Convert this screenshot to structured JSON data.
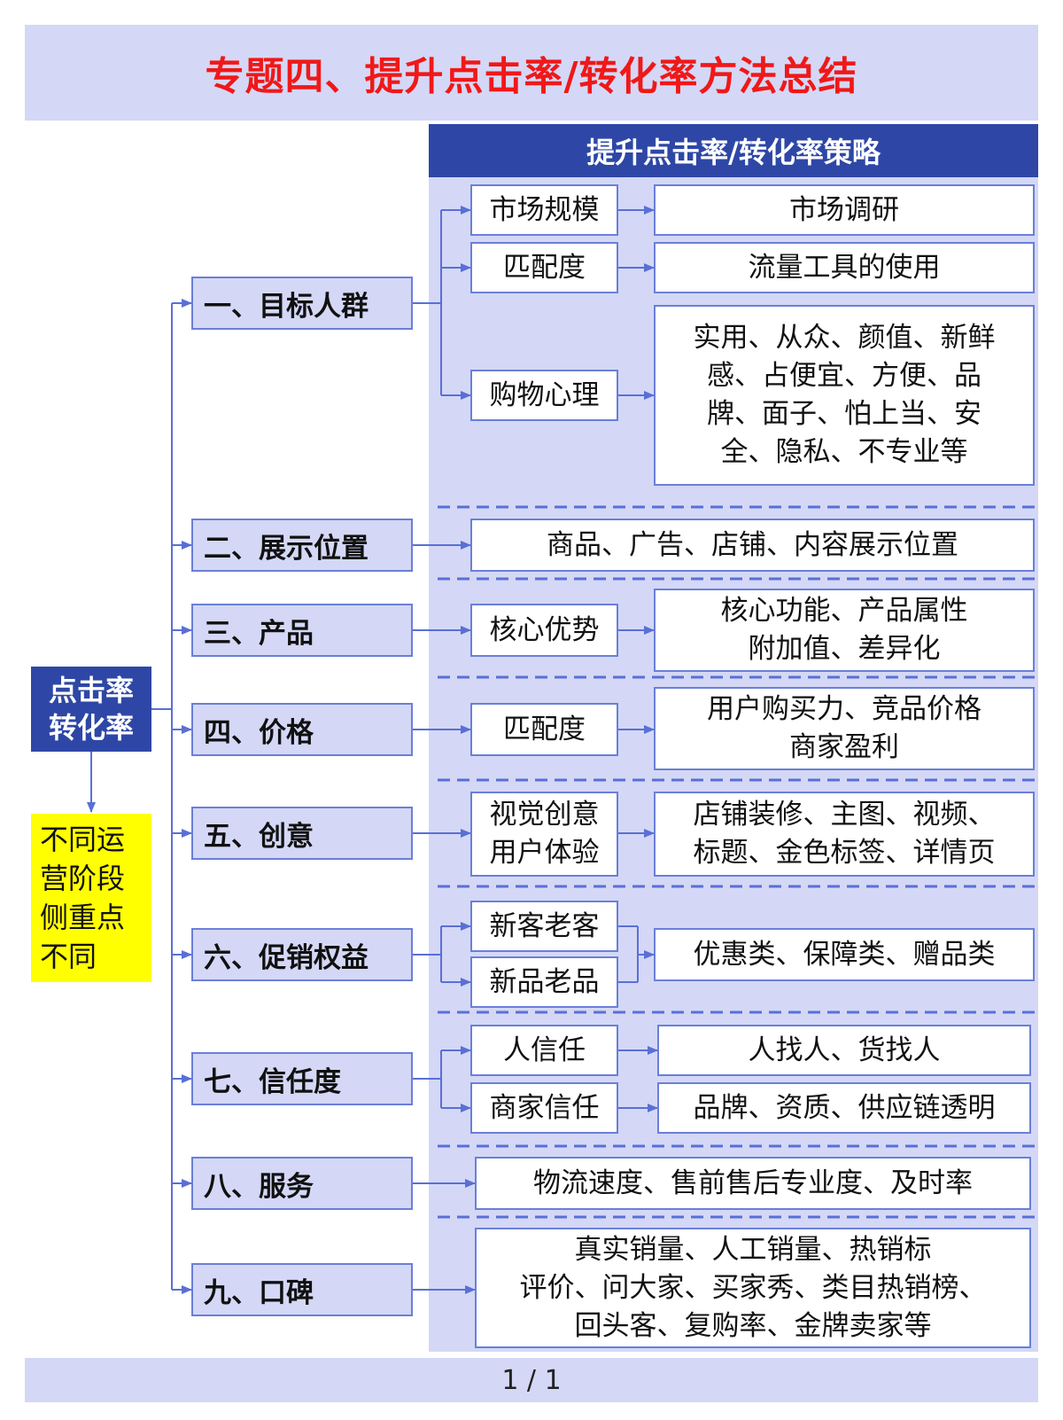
{
  "title": "专题四、提升点击率/转化率方法总结",
  "strategy_header": "提升点击率/转化率策略",
  "root": "点击率\n转化率",
  "note": "不同运\n营阶段\n侧重点\n不同",
  "categories": [
    "一、目标人群",
    "二、展示位置",
    "三、产品",
    "四、价格",
    "五、创意",
    "六、促销权益",
    "七、信任度",
    "八、服务",
    "九、口碑"
  ],
  "mids": {
    "c1_a": "市场规模",
    "c1_b": "匹配度",
    "c1_c": "购物心理",
    "c3": "核心优势",
    "c4": "匹配度",
    "c5": "视觉创意\n用户体验",
    "c6_a": "新客老客",
    "c6_b": "新品老品",
    "c7_a": "人信任",
    "c7_b": "商家信任"
  },
  "details": {
    "c1_a": "市场调研",
    "c1_b": "流量工具的使用",
    "c1_c": "实用、从众、颜值、新鲜\n感、占便宜、方便、品\n牌、面子、怕上当、安\n全、隐私、不专业等",
    "c2": "商品、广告、店铺、内容展示位置",
    "c3": "核心功能、产品属性\n附加值、差异化",
    "c4": "用户购买力、竞品价格\n商家盈利",
    "c5": "店铺装修、主图、视频、\n标题、金色标签、详情页",
    "c6": "优惠类、保障类、赠品类",
    "c7_a": "人找人、货找人",
    "c7_b": "品牌、资质、供应链透明",
    "c8": "物流速度、售前售后专业度、及时率",
    "c9": "真实销量、人工销量、热销标\n评价、问大家、买家秀、类目热销榜、\n回头客、复购率、金牌卖家等"
  },
  "page_number": "1 / 1",
  "colors": {
    "accent": "#2e47a6",
    "panel": "#d4d8f6",
    "line": "#5a6fd6",
    "title": "#f01818",
    "note": "#ffff00"
  }
}
